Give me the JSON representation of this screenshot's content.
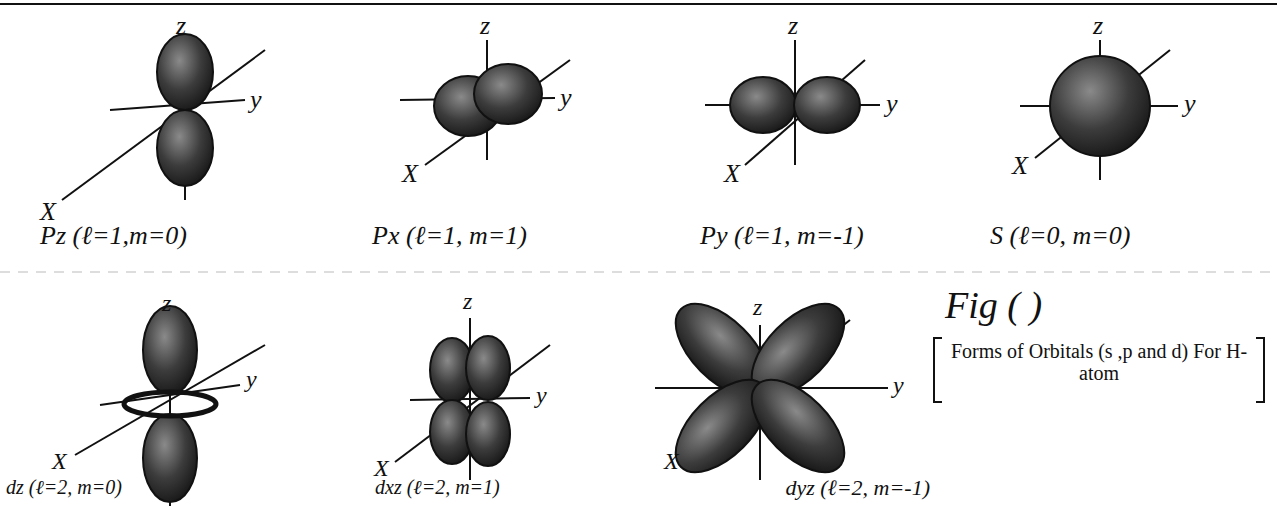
{
  "diagram": {
    "labels": [
      "z",
      "y",
      "X",
      "Pz (ℓ=1,m=0)",
      "z",
      "y",
      "X",
      "Px (ℓ=1, m=1)",
      "z",
      "y",
      "X",
      "Py (ℓ=1, m=-1)",
      "z",
      "y",
      "X",
      "S (ℓ=0, m=0)",
      "z",
      "y",
      "X",
      "dz (ℓ=2, m=0)",
      "z",
      "y",
      "X",
      "dxz (ℓ=2, m=1)",
      "z",
      "y",
      "X",
      "dyz (ℓ=2, m=-1)",
      "Fig (  )",
      "Forms of Orbitals (s ,p and d) For H-atom"
    ]
  }
}
